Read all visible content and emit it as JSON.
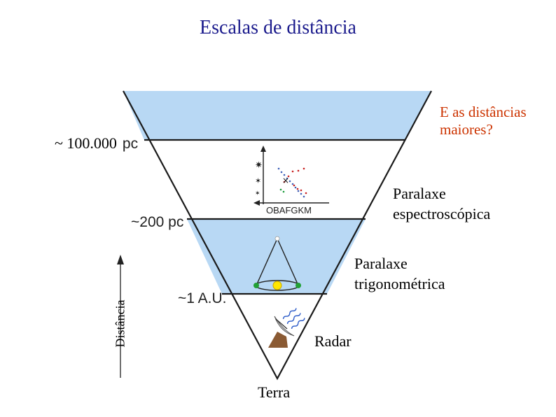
{
  "title": "Escalas de distância",
  "question": {
    "line1": "E as distâncias",
    "line2": "maiores?"
  },
  "scale_labels": {
    "level1_prefix": "~ 100.000",
    "level1_unit": "pc",
    "level2": "~200 pc",
    "level3": "~1 A.U."
  },
  "methods": {
    "spectroscopic_line1": "Paralaxe",
    "spectroscopic_line2": "espectroscópica",
    "trig_line1": "Paralaxe",
    "trig_line2": "trigonométrica",
    "radar": "Radar"
  },
  "hr_axis_label": "OBAFGKM",
  "bottom_label": "Terra",
  "axis_label": "Distância",
  "colors": {
    "band_fill": "#b8d8f4",
    "title": "#1a1a8c",
    "question": "#cc3300"
  }
}
